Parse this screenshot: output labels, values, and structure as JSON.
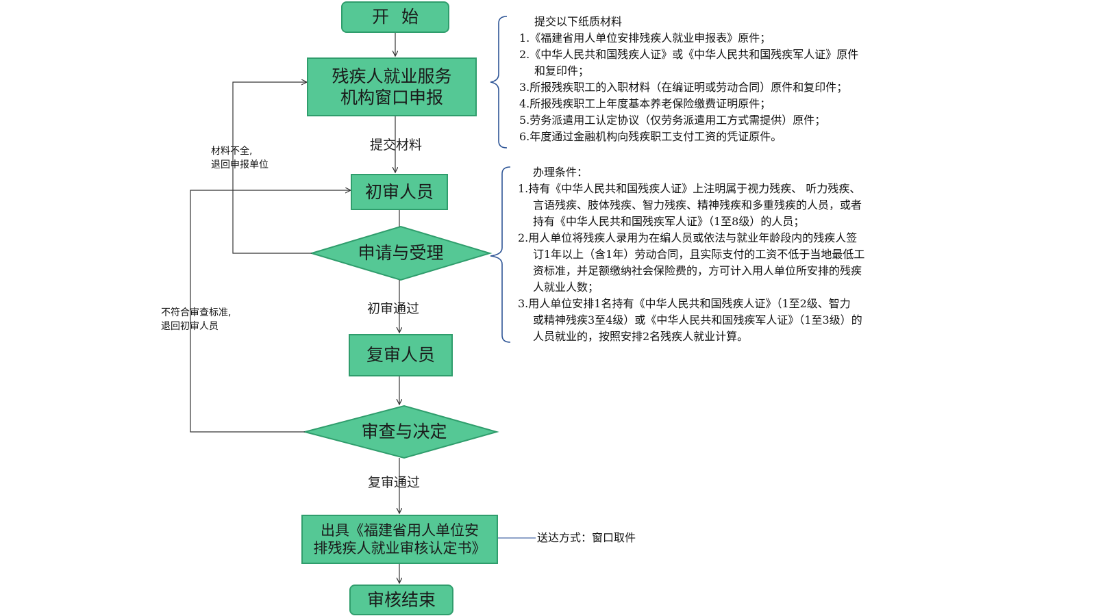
{
  "nodes": {
    "start": "开始",
    "window_apply": [
      "残疾人就业服务",
      "机构窗口申报"
    ],
    "first_reviewer": "初审人员",
    "apply_accept": "申请与受理",
    "second_reviewer": "复审人员",
    "review_decide": "审查与决定",
    "issue_cert": [
      "出具《福建省用人单位安",
      "排残疾人就业审核认定书》"
    ],
    "end": "审核结束"
  },
  "edge_labels": {
    "submit_materials": "提交材料",
    "first_pass": "初审通过",
    "second_pass": "复审通过",
    "incomplete_return": [
      "材料不全,",
      "退回申报单位"
    ],
    "not_meet_return": [
      "不符合审查标准,",
      "退回初审人员"
    ],
    "delivery": "送达方式：窗口取件"
  },
  "materials_note": {
    "title": "提交以下纸质材料",
    "lines": [
      {
        "text": "1.《福建省用人单位安排残疾人就业申报表》原件；",
        "indent": false
      },
      {
        "text": "2.《中华人民共和国残疾人证》或《中华人民共和国残疾军人证》原件",
        "indent": false
      },
      {
        "text": "和复印件；",
        "indent": true
      },
      {
        "text": "3.所报残疾职工的入职材料（在编证明或劳动合同）原件和复印件；",
        "indent": false
      },
      {
        "text": "4.所报残疾职工上年度基本养老保险缴费证明原件；",
        "indent": false
      },
      {
        "text": "5.劳务派遣用工认定协议（仅劳务派遣用工方式需提供）原件；",
        "indent": false
      },
      {
        "text": "6.年度通过金融机构向残疾职工支付工资的凭证原件。",
        "indent": false
      }
    ]
  },
  "conditions_note": {
    "title": "办理条件：",
    "lines": [
      {
        "text": "1.持有《中华人民共和国残疾人证》上注明属于视力残疾、 听力残疾、",
        "indent": false
      },
      {
        "text": "言语残疾、肢体残疾、智力残疾、精神残疾和多重残疾的人员，或者",
        "indent": true
      },
      {
        "text": "持有《中华人民共和国残疾军人证》（1至8级）的人员；",
        "indent": true
      },
      {
        "text": "2.用人单位将残疾人录用为在编人员或依法与就业年龄段内的残疾人签",
        "indent": false
      },
      {
        "text": "订1年以上（含1年）劳动合同，且实际支付的工资不低于当地最低工",
        "indent": true
      },
      {
        "text": "资标准，并足额缴纳社会保险费的，方可计入用人单位所安排的残疾",
        "indent": true
      },
      {
        "text": "人就业人数；",
        "indent": true
      },
      {
        "text": "3.用人单位安排1名持有《中华人民共和国残疾人证》（1至2级、智力",
        "indent": false
      },
      {
        "text": "或精神残疾3至4级）或《中华人民共和国残疾军人证》（1至3级）的",
        "indent": true
      },
      {
        "text": "人员就业的，按照安排2名残疾人就业计算。",
        "indent": true
      }
    ]
  },
  "colors": {
    "node_fill": "#55c895",
    "node_border": "#2f9d6c",
    "line": "#333333",
    "bracket": "#2e5596"
  }
}
